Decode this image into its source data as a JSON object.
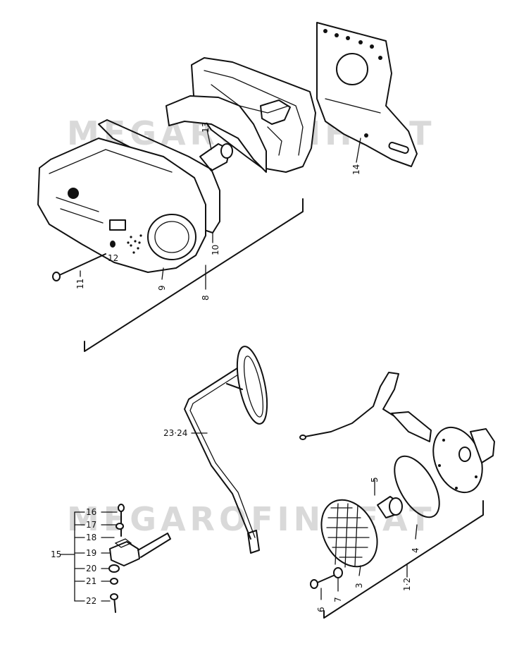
{
  "watermark": "MEGAROFINHEAT",
  "labels": {
    "p1_2": "1·2",
    "p3": "3",
    "p4": "4",
    "p5": "5",
    "p6": "6",
    "p7": "7",
    "p8": "8",
    "p9": "9",
    "p10": "10",
    "p11": "11",
    "p12": "12",
    "p13": "13",
    "p14": "14",
    "p15": "15",
    "p16": "16",
    "p17": "17",
    "p18": "18",
    "p19": "19",
    "p20": "20",
    "p21": "21",
    "p22": "22",
    "p23_24": "23·24"
  }
}
